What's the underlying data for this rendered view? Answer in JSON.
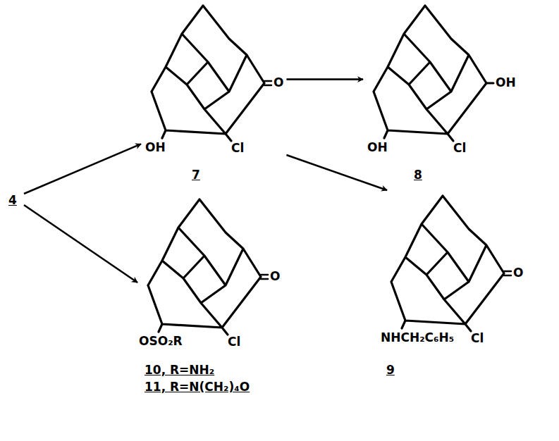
{
  "diagram": {
    "nodes": [
      {
        "text": [
          "4"
        ]
      },
      {
        "text": [
          "O",
          "OH",
          "Cl",
          "7"
        ]
      },
      {
        "text": [
          "OH",
          "OH",
          "Cl",
          "8"
        ]
      },
      {
        "text": [
          "O",
          "OSO₂R",
          "Cl",
          "10, R=NH₂",
          "11, R=N(CH₂)₄O"
        ]
      },
      {
        "text": [
          "O",
          "NHCH₂C₆H₅",
          "Cl",
          "9"
        ]
      }
    ],
    "edges": [
      {
        "from": 0,
        "to": 1,
        "arrow": "to"
      },
      {
        "from": 0,
        "to": 3,
        "arrow": "to"
      },
      {
        "from": 1,
        "to": 2,
        "arrow": "to"
      },
      {
        "from": 1,
        "to": 4,
        "arrow": "to"
      }
    ]
  }
}
